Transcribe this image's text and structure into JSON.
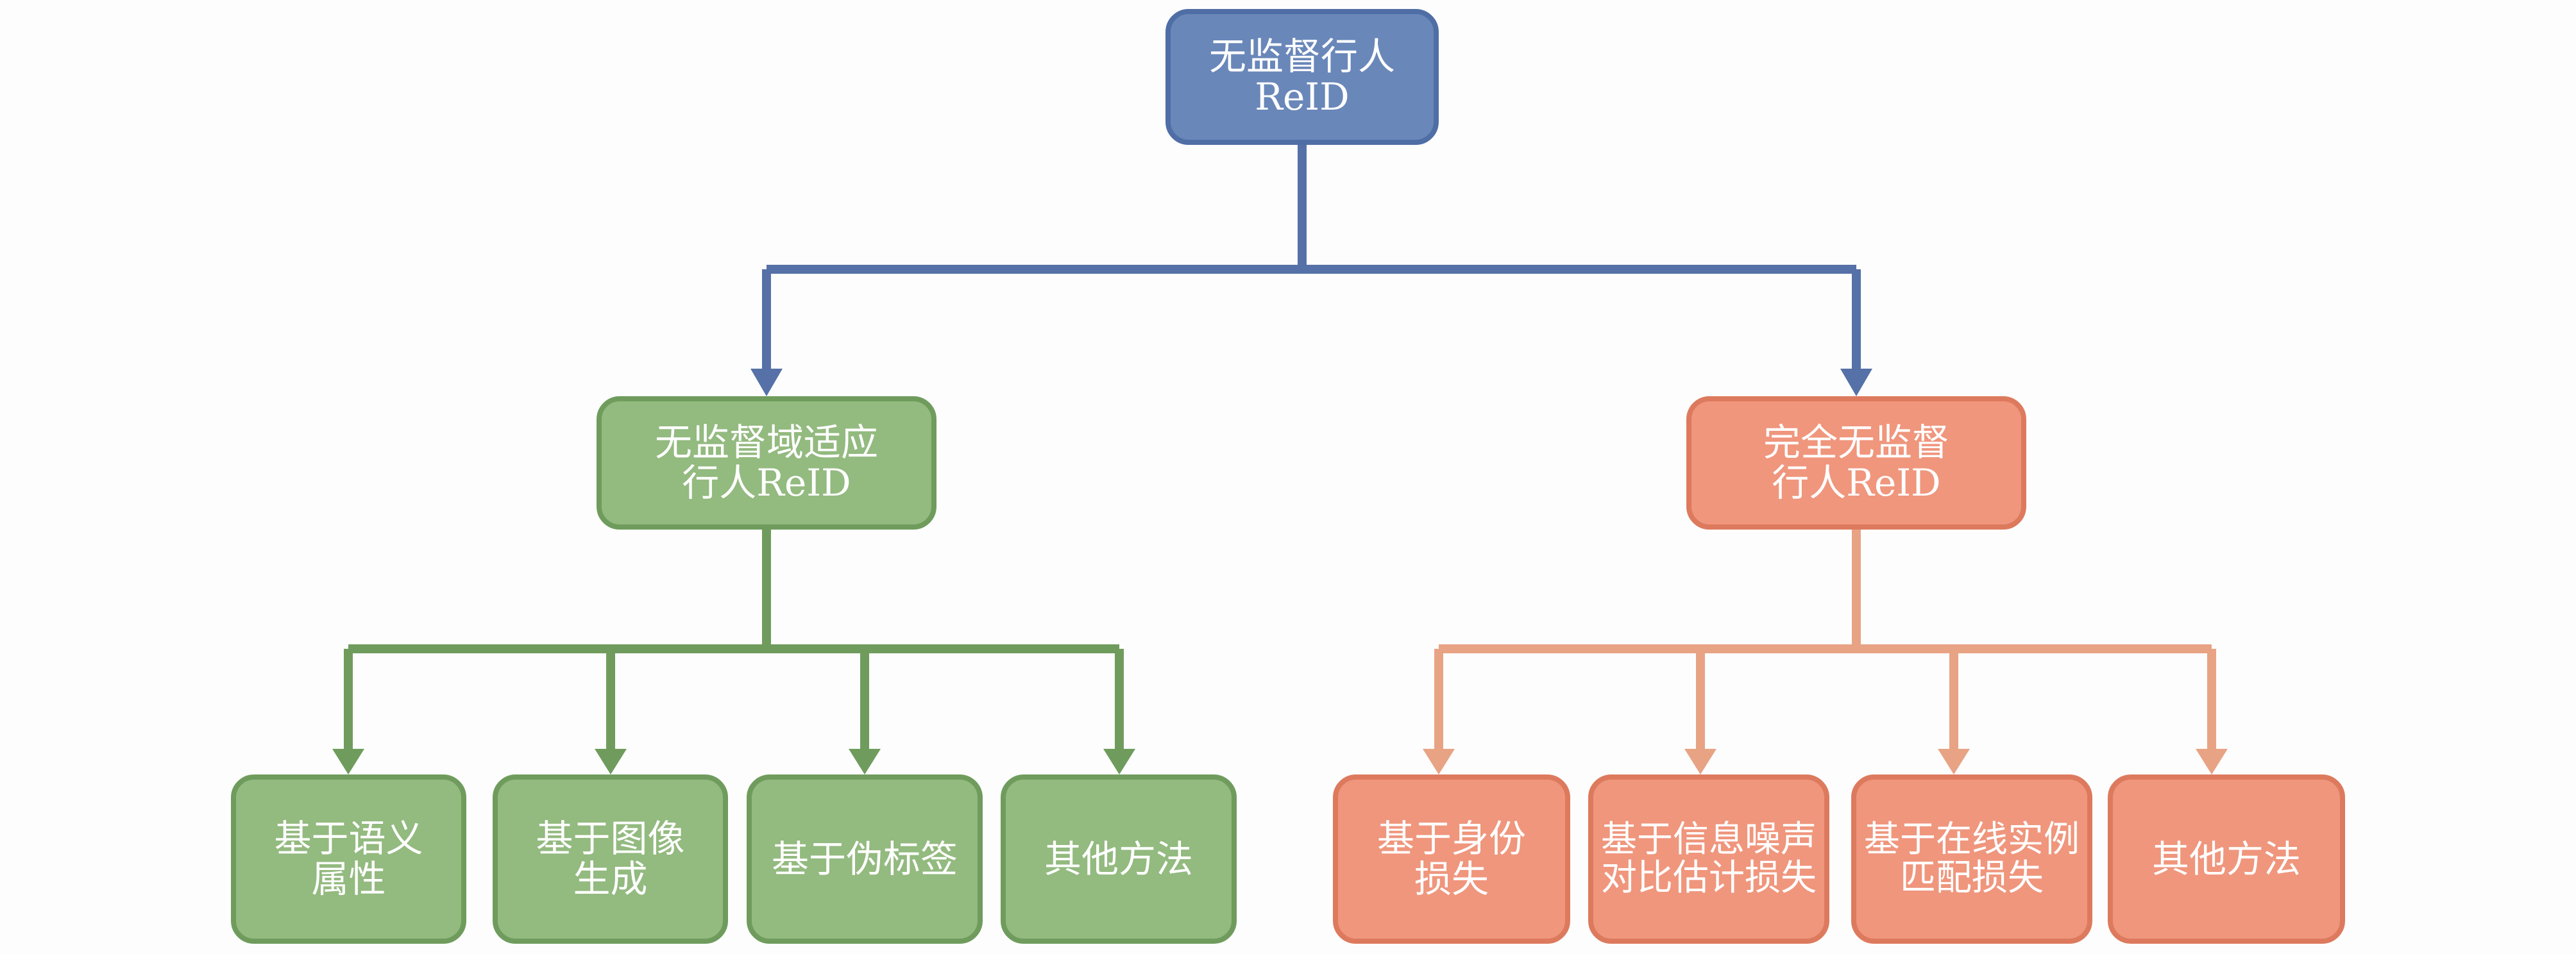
{
  "root": {
    "line1": "无监督行人",
    "line2": "ReID"
  },
  "left": {
    "line1": "无监督域适应",
    "line2": "行人ReID",
    "children": [
      {
        "line1": "基于语义",
        "line2": "属性"
      },
      {
        "line1": "基于图像",
        "line2": "生成"
      },
      {
        "line1": "基于伪标签"
      },
      {
        "line1": "其他方法"
      }
    ]
  },
  "right": {
    "line1": "完全无监督",
    "line2": "行人ReID",
    "children": [
      {
        "line1": "基于身份",
        "line2": "损失"
      },
      {
        "line1": "基于信息噪声",
        "line2": "对比估计损失"
      },
      {
        "line1": "基于在线实例",
        "line2": "匹配损失"
      },
      {
        "line1": "其他方法"
      }
    ]
  },
  "colors": {
    "blue_fill": "#6a87b9",
    "blue_line": "#5571a8",
    "green_fill": "#93ba7f",
    "green_line": "#6f9c5d",
    "orange_fill": "#ef967d",
    "orange_line": "#e8a384"
  }
}
